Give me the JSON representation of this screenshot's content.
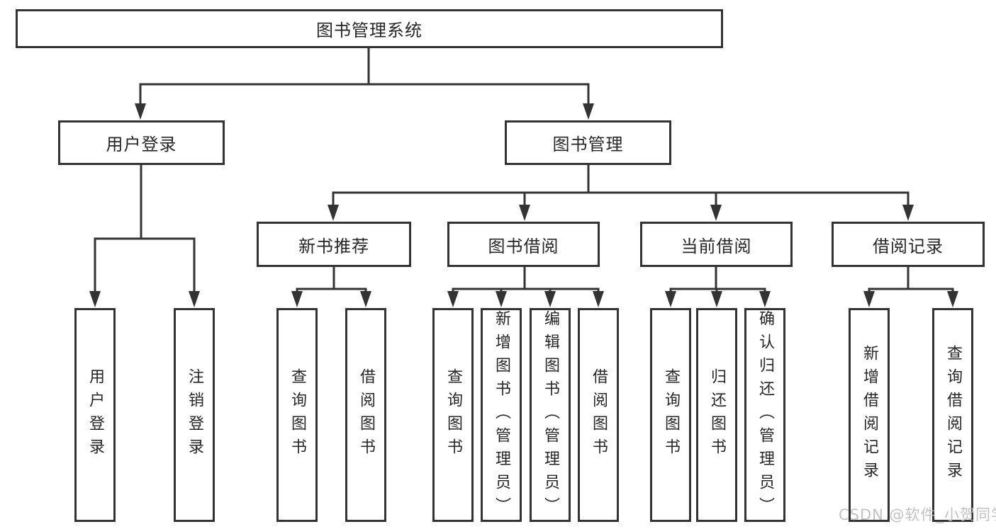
{
  "diagram_title": "图书管理系统",
  "colors": {
    "line": "#333333",
    "text": "#262626",
    "background": "#ffffff",
    "watermark": "#bcbcbc"
  },
  "nodes": {
    "root": {
      "label": "图书管理系统"
    },
    "level2": [
      {
        "label": "用户登录"
      },
      {
        "label": "图书管理"
      }
    ],
    "level3": [
      {
        "label": "新书推荐",
        "parent": "图书管理"
      },
      {
        "label": "图书借阅",
        "parent": "图书管理"
      },
      {
        "label": "当前借阅",
        "parent": "图书管理"
      },
      {
        "label": "借阅记录",
        "parent": "图书管理"
      }
    ],
    "leaves": [
      {
        "label": "用户登录",
        "parent": "用户登录"
      },
      {
        "label": "注销登录",
        "parent": "用户登录"
      },
      {
        "label": "查询图书",
        "parent": "新书推荐"
      },
      {
        "label": "借阅图书",
        "parent": "新书推荐"
      },
      {
        "label": "查询图书",
        "parent": "图书借阅"
      },
      {
        "label": "新增图书（管理员）",
        "parent": "图书借阅"
      },
      {
        "label": "编辑图书（管理员）",
        "parent": "图书借阅"
      },
      {
        "label": "借阅图书",
        "parent": "图书借阅"
      },
      {
        "label": "查询图书",
        "parent": "当前借阅"
      },
      {
        "label": "归还图书",
        "parent": "当前借阅"
      },
      {
        "label": "确认归还（管理员）",
        "parent": "当前借阅"
      },
      {
        "label": "新增借阅记录",
        "parent": "借阅记录"
      },
      {
        "label": "查询借阅记录",
        "parent": "借阅记录"
      }
    ]
  },
  "watermark": {
    "text": "CSDN @软件_小贺同学"
  }
}
